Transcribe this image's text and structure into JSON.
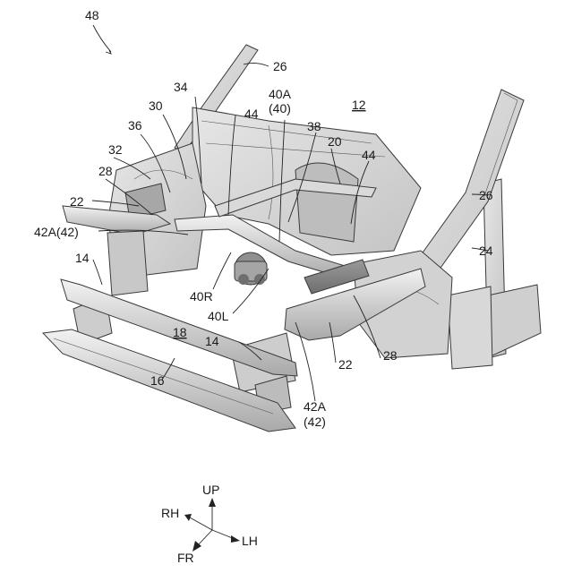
{
  "figure_number": "48",
  "labels": {
    "l12": "12",
    "l14a": "14",
    "l14b": "14",
    "l16": "16",
    "l18": "18",
    "l20": "20",
    "l22a": "22",
    "l22b": "22",
    "l24": "24",
    "l26a": "26",
    "l26b": "26",
    "l28a": "28",
    "l28b": "28",
    "l30": "30",
    "l32": "32",
    "l34": "34",
    "l36": "36",
    "l38": "38",
    "l40a_1": "40A",
    "l40a_2": "(40)",
    "l40r": "40R",
    "l40l": "40L",
    "l42a_left": "42A(42)",
    "l42a_1": "42A",
    "l42a_2": "(42)",
    "l44a": "44",
    "l44b": "44"
  },
  "direction_indicator": {
    "up": "UP",
    "rh": "RH",
    "lh": "LH",
    "fr": "FR"
  }
}
